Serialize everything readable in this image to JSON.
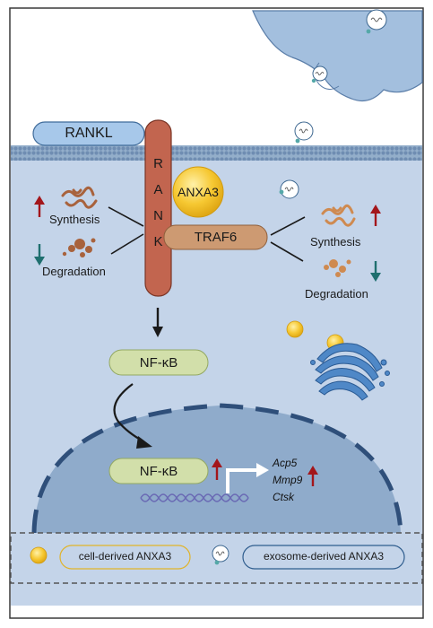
{
  "membrane": {
    "ligand": "RANKL",
    "receptor_letters": [
      "R",
      "A",
      "N",
      "K"
    ],
    "protein": "ANXA3",
    "adapter": "TRAF6"
  },
  "left_panel": {
    "synthesis": "Synthesis",
    "degradation": "Degradation",
    "synthesis_arrow_color": "#a3161b",
    "degradation_arrow_color": "#1f6f6f"
  },
  "right_panel": {
    "synthesis": "Synthesis",
    "degradation": "Degradation",
    "synthesis_arrow_color": "#a3161b",
    "degradation_arrow_color": "#1f6f6f"
  },
  "pathway": {
    "cytoplasm_factor": "NF-κB",
    "nuclear_factor": "NF-κB",
    "genes": [
      "Acp5",
      "Mmp9",
      "Ctsk"
    ]
  },
  "legend": {
    "cell_derived": "cell-derived ANXA3",
    "exosome_derived": "exosome-derived ANXA3"
  },
  "colors": {
    "cell_bg": "#c4d4e9",
    "nucleus": "#8fabcb",
    "membrane": "#93aeca",
    "receptor": "#c2654f",
    "anxa3": "#f4c52d",
    "traf6": "#cd9a72",
    "nfkb": "#d2dfaa",
    "ligand": "#a7c8ea",
    "up_arrow": "#a3161b",
    "down_arrow": "#1f6f6f",
    "exosome_donor": "#a3bfde"
  }
}
